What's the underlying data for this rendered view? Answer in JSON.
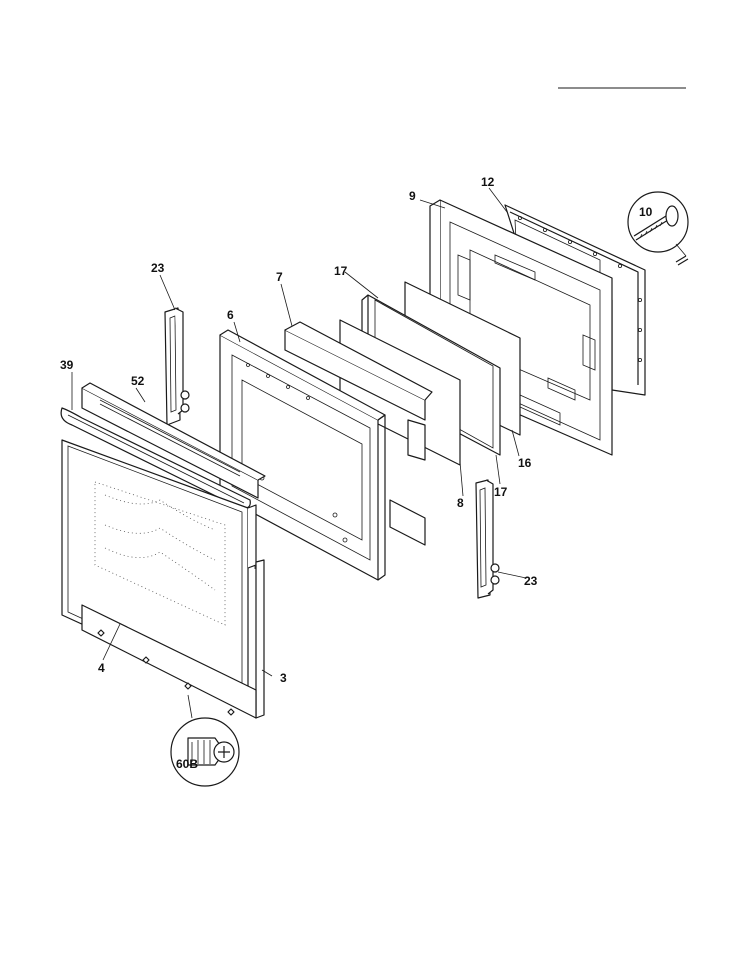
{
  "callouts": {
    "p3": "3",
    "p4": "4",
    "p6": "6",
    "p7": "7",
    "p8": "8",
    "p9": "9",
    "p10": "10",
    "p12": "12",
    "p16": "16",
    "p17_top": "17",
    "p17_bottom": "17",
    "p23_left": "23",
    "p23_right": "23",
    "p39": "39",
    "p52": "52",
    "p60b": "60B"
  },
  "colors": {
    "line": "#1a1a1a",
    "background": "#ffffff"
  }
}
